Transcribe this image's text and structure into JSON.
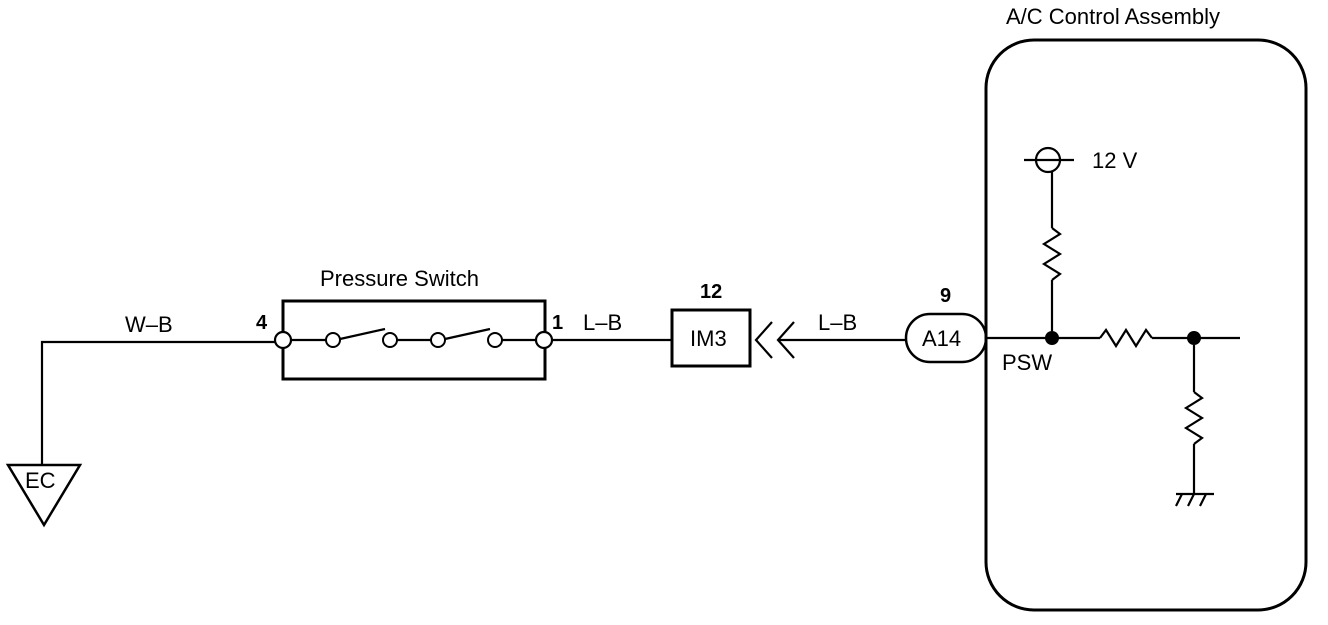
{
  "diagram": {
    "assembly_title": "A/C Control Assembly",
    "ground_label": "EC",
    "left_wire_label": "W–B",
    "switch": {
      "title": "Pressure Switch",
      "pin_left": "4",
      "pin_right": "1"
    },
    "middle_wire_label": "L–B",
    "connector_im3": {
      "label": "IM3",
      "pin": "12"
    },
    "right_wire_label": "L–B",
    "connector_a14": {
      "label": "A14",
      "pin": "9"
    },
    "terminal_label": "PSW",
    "supply_label": "12 V"
  }
}
